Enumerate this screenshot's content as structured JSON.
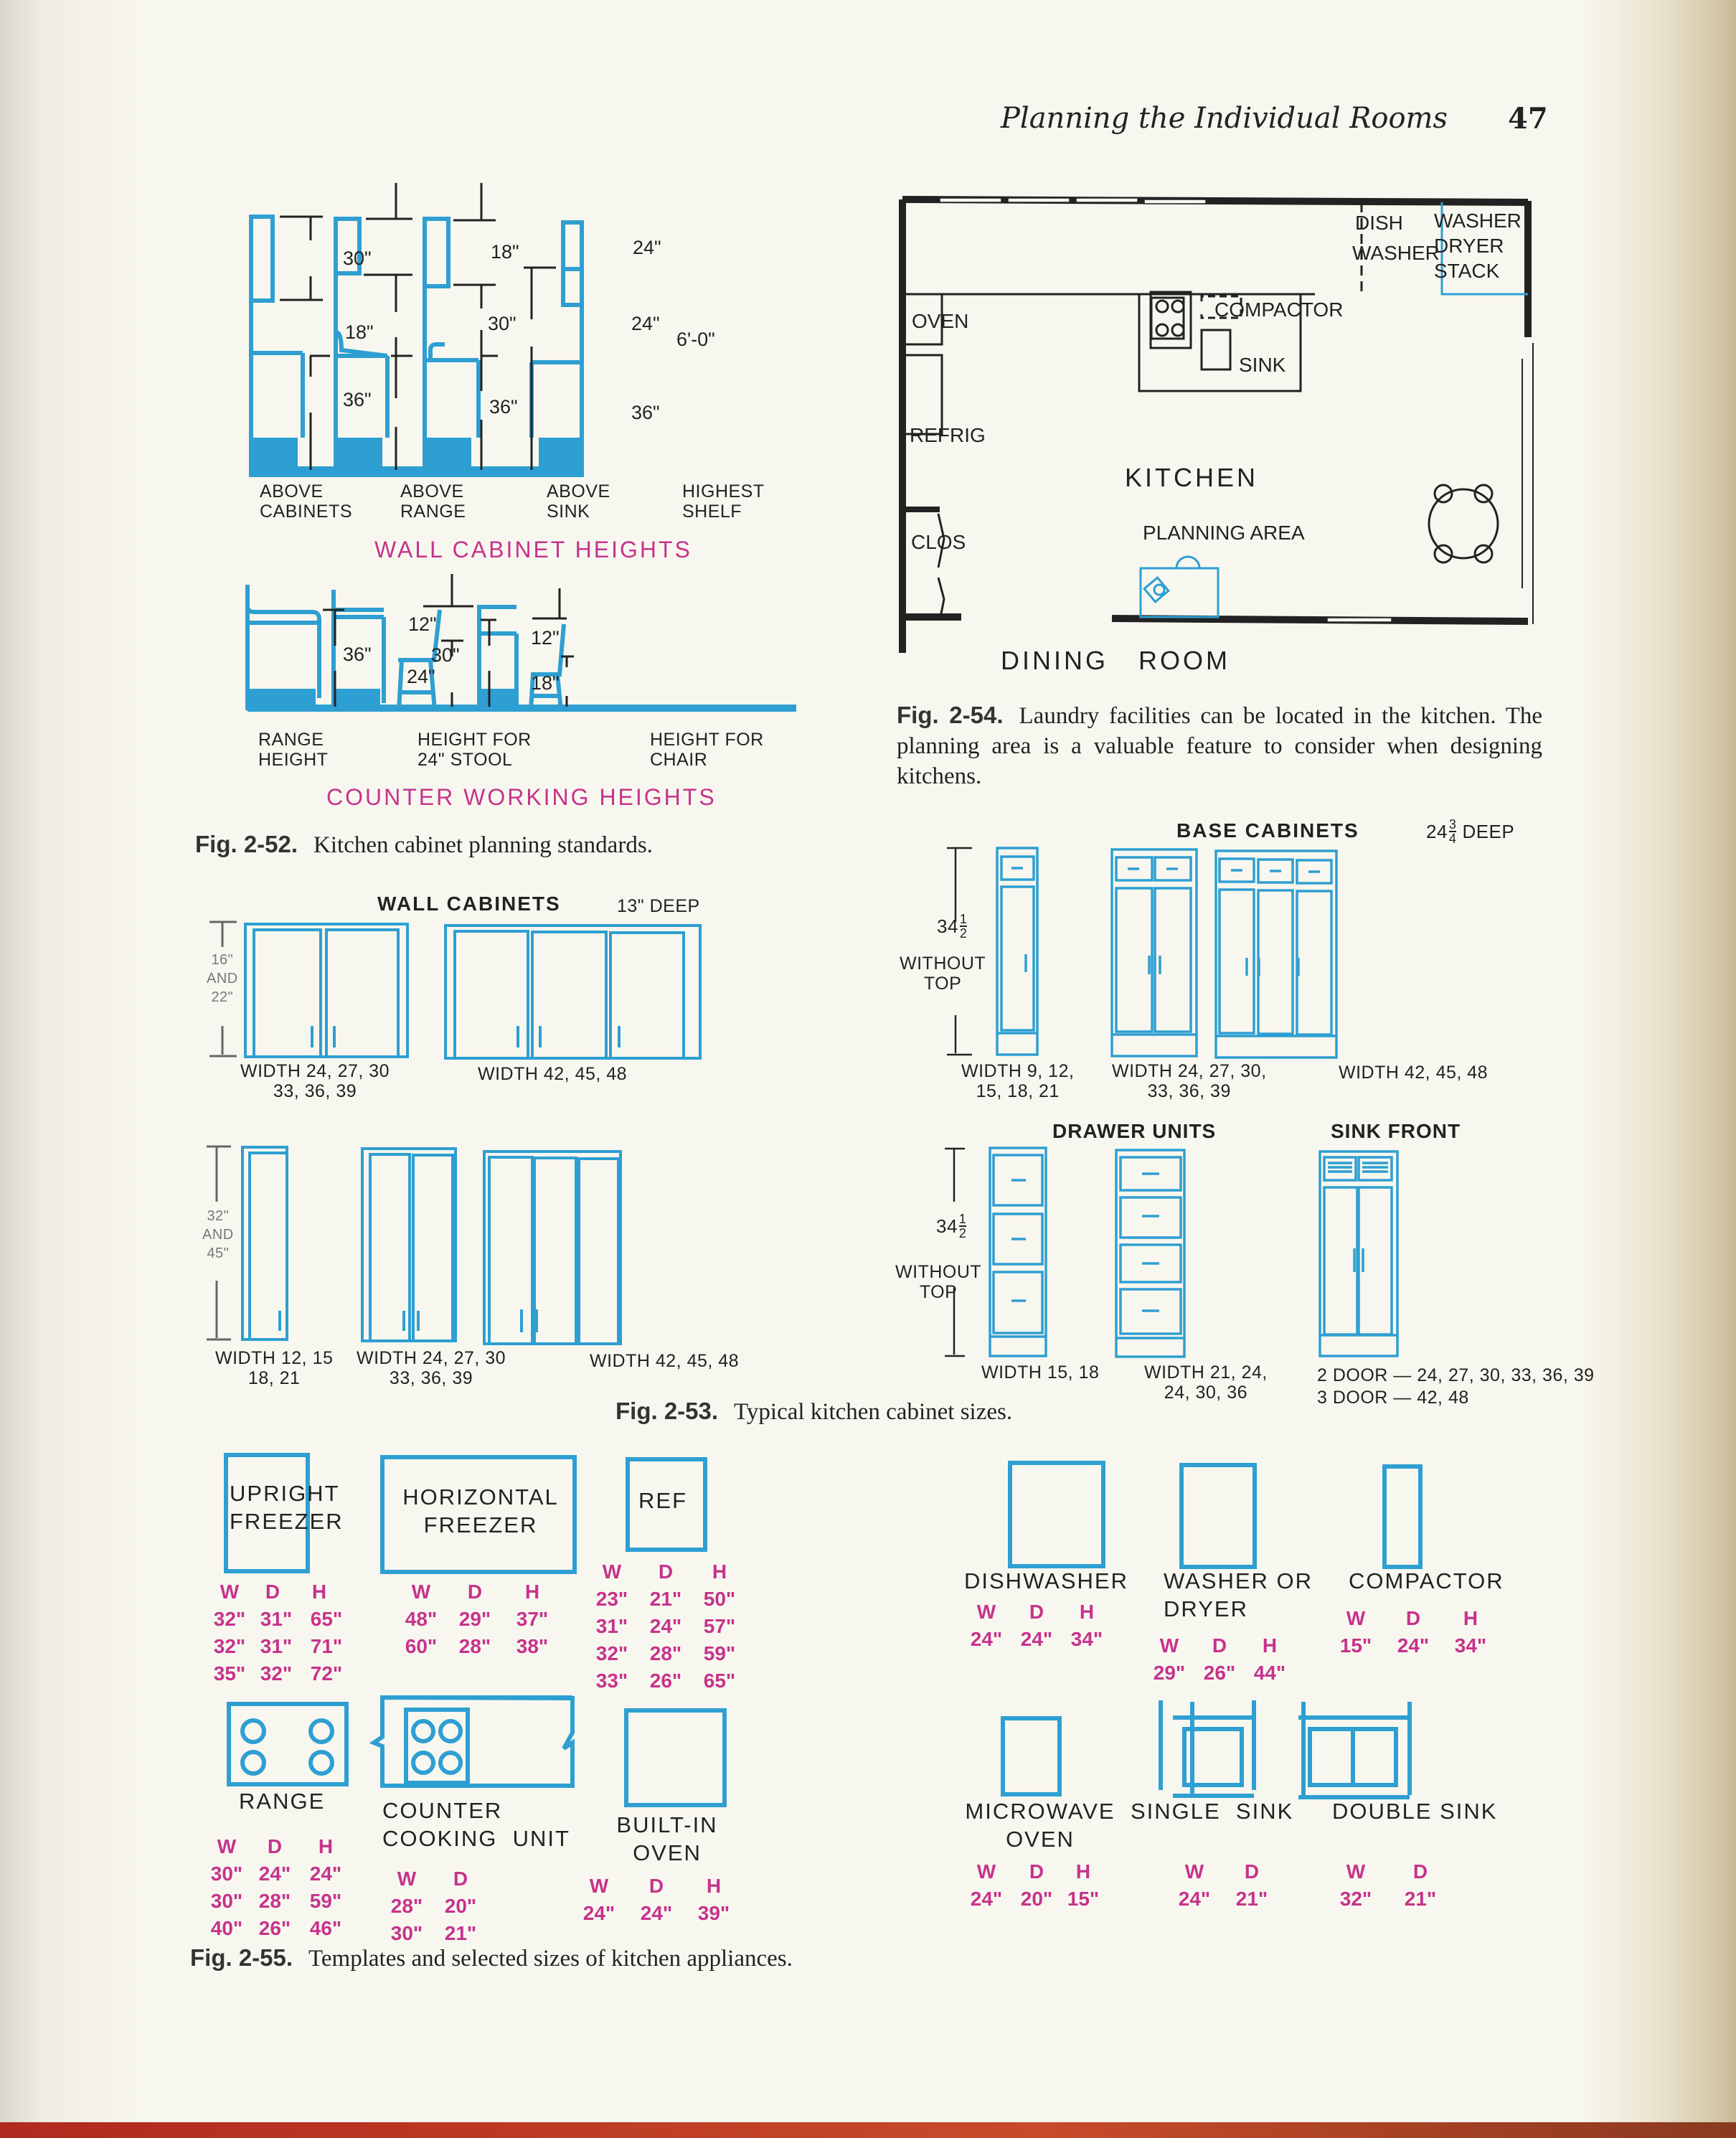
{
  "header": {
    "running_title": "Planning the Individual Rooms",
    "page_number": "47"
  },
  "fig_2_52": {
    "caption_number": "Fig. 2-52.",
    "caption_text": "Kitchen cabinet planning standards.",
    "wall_cabinet_heights": {
      "title": "WALL CABINET HEIGHTS",
      "dims": {
        "above_cab_wall": "30\"",
        "above_cab_gap": "18\"",
        "above_cab_base": "36\"",
        "range_wall": "18\"",
        "range_gap": "30\"",
        "range_base": "36\"",
        "sink_wall": "24\"",
        "sink_gap": "24\"",
        "sink_base": "36\"",
        "shelf": "6'-0\""
      },
      "labels": [
        {
          "line1": "ABOVE",
          "line2": "CABINETS"
        },
        {
          "line1": "ABOVE",
          "line2": "RANGE"
        },
        {
          "line1": "ABOVE",
          "line2": "SINK"
        },
        {
          "line1": "HIGHEST",
          "line2": "SHELF"
        }
      ]
    },
    "counter_working_heights": {
      "title": "COUNTER WORKING HEIGHTS",
      "dims": {
        "range": "36\"",
        "stool_upper": "12\"",
        "stool_lower": "24\"",
        "table": "30\"",
        "chair_upper": "12\"",
        "chair_lower": "18\""
      },
      "labels": [
        {
          "line1": "RANGE",
          "line2": "HEIGHT"
        },
        {
          "line1": "HEIGHT FOR",
          "line2": "24\" STOOL"
        },
        {
          "line1": "HEIGHT FOR",
          "line2": "CHAIR"
        }
      ]
    }
  },
  "fig_2_54": {
    "caption_number": "Fig. 2-54.",
    "caption_text": "Laundry facilities can be located in the kitchen. The planning area is a valuable feature to consider when designing kitchens.",
    "rooms": {
      "dish": "DISH",
      "washer": "WASHER",
      "washer_dryer": [
        "WASHER",
        "DRYER",
        "STACK"
      ],
      "oven": "OVEN",
      "compactor": "COMPACTOR",
      "sink": "SINK",
      "refrig": "REFRIG",
      "kitchen": "KITCHEN",
      "planning_area": "PLANNING AREA",
      "clos": "CLOS",
      "dining_room": "DINING   ROOM"
    }
  },
  "fig_2_53": {
    "caption_number": "Fig. 2-53.",
    "caption_text": "Typical kitchen cabinet sizes.",
    "wall_cabinets": {
      "title": "WALL CABINETS",
      "depth": "13\" DEEP",
      "height_short": [
        "16\"",
        "AND",
        "22\""
      ],
      "height_tall": [
        "32\"",
        "AND",
        "45\""
      ],
      "short_widths": [
        "WIDTH 24, 27, 30|33, 36, 39",
        "WIDTH  42, 45, 48"
      ],
      "tall_widths": [
        "WIDTH 12, 15|18, 21",
        "WIDTH 24, 27, 30|33, 36, 39",
        "WIDTH 42, 45, 48"
      ]
    },
    "base_cabinets": {
      "title": "BASE CABINETS",
      "depth_whole": "24",
      "depth_num": "3",
      "depth_den": "4",
      "depth_suffix": "DEEP",
      "height_whole": "34",
      "height_num": "1",
      "height_den": "2",
      "height_note": [
        "WITHOUT",
        "TOP"
      ],
      "widths": [
        "WIDTH 9, 12,|15, 18, 21",
        "WIDTH 24, 27, 30,|33, 36, 39",
        "WIDTH  42, 45, 48"
      ]
    },
    "drawer_units": {
      "title": "DRAWER UNITS",
      "widths": [
        "WIDTH  15, 18",
        "WIDTH 21, 24,|24, 30, 36"
      ]
    },
    "sink_front": {
      "title": "SINK FRONT",
      "sizes": [
        "2 DOOR — 24, 27, 30, 33, 36, 39",
        "3 DOOR — 42, 48"
      ]
    }
  },
  "fig_2_55": {
    "caption_number": "Fig. 2-55.",
    "caption_text": "Templates and selected sizes of kitchen appliances.",
    "appliances": [
      {
        "name": [
          "UPRIGHT",
          "FREEZER"
        ],
        "headers": [
          "W",
          "D",
          "H"
        ],
        "rows": [
          [
            "32\"",
            "31\"",
            "65\""
          ],
          [
            "32\"",
            "31\"",
            "71\""
          ],
          [
            "35\"",
            "32\"",
            "72\""
          ]
        ]
      },
      {
        "name": [
          "HORIZONTAL",
          "FREEZER"
        ],
        "headers": [
          "W",
          "D",
          "H"
        ],
        "rows": [
          [
            "48\"",
            "29\"",
            "37\""
          ],
          [
            "60\"",
            "28\"",
            "38\""
          ]
        ]
      },
      {
        "name": [
          "REF"
        ],
        "headers": [
          "W",
          "D",
          "H"
        ],
        "rows": [
          [
            "23\"",
            "21\"",
            "50\""
          ],
          [
            "31\"",
            "24\"",
            "57\""
          ],
          [
            "32\"",
            "28\"",
            "59\""
          ],
          [
            "33\"",
            "26\"",
            "65\""
          ]
        ]
      },
      {
        "name": [
          "RANGE"
        ],
        "headers": [
          "W",
          "D",
          "H"
        ],
        "rows": [
          [
            "30\"",
            "24\"",
            "24\""
          ],
          [
            "30\"",
            "28\"",
            "59\""
          ],
          [
            "40\"",
            "26\"",
            "46\""
          ]
        ]
      },
      {
        "name": [
          "COUNTER",
          "COOKING  UNIT"
        ],
        "headers": [
          "W",
          "D"
        ],
        "rows": [
          [
            "28\"",
            "20\""
          ],
          [
            "30\"",
            "21\""
          ]
        ]
      },
      {
        "name": [
          "BUILT-IN",
          "OVEN"
        ],
        "headers": [
          "W",
          "D",
          "H"
        ],
        "rows": [
          [
            "24\"",
            "24\"",
            "39\""
          ]
        ]
      },
      {
        "name": [
          "DISHWASHER"
        ],
        "headers": [
          "W",
          "D",
          "H"
        ],
        "rows": [
          [
            "24\"",
            "24\"",
            "34\""
          ]
        ]
      },
      {
        "name": [
          "WASHER OR",
          "DRYER"
        ],
        "headers": [
          "W",
          "D",
          "H"
        ],
        "rows": [
          [
            "29\"",
            "26\"",
            "44\""
          ]
        ]
      },
      {
        "name": [
          "COMPACTOR"
        ],
        "headers": [
          "W",
          "D",
          "H"
        ],
        "rows": [
          [
            "15\"",
            "24\"",
            "34\""
          ]
        ]
      },
      {
        "name": [
          "MICROWAVE",
          "OVEN"
        ],
        "headers": [
          "W",
          "D",
          "H"
        ],
        "rows": [
          [
            "24\"",
            "20\"",
            "15\""
          ]
        ]
      },
      {
        "name": [
          "SINGLE  SINK"
        ],
        "headers": [
          "W",
          "D"
        ],
        "rows": [
          [
            "24\"",
            "21\""
          ]
        ]
      },
      {
        "name": [
          "DOUBLE SINK"
        ],
        "headers": [
          "W",
          "D"
        ],
        "rows": [
          [
            "32\"",
            "21\""
          ]
        ]
      }
    ]
  },
  "colors": {
    "drawing_blue": "#2e9fd2",
    "dimension_pink": "#c6338c",
    "paper": "#f8f7ef",
    "ink": "#222222"
  }
}
